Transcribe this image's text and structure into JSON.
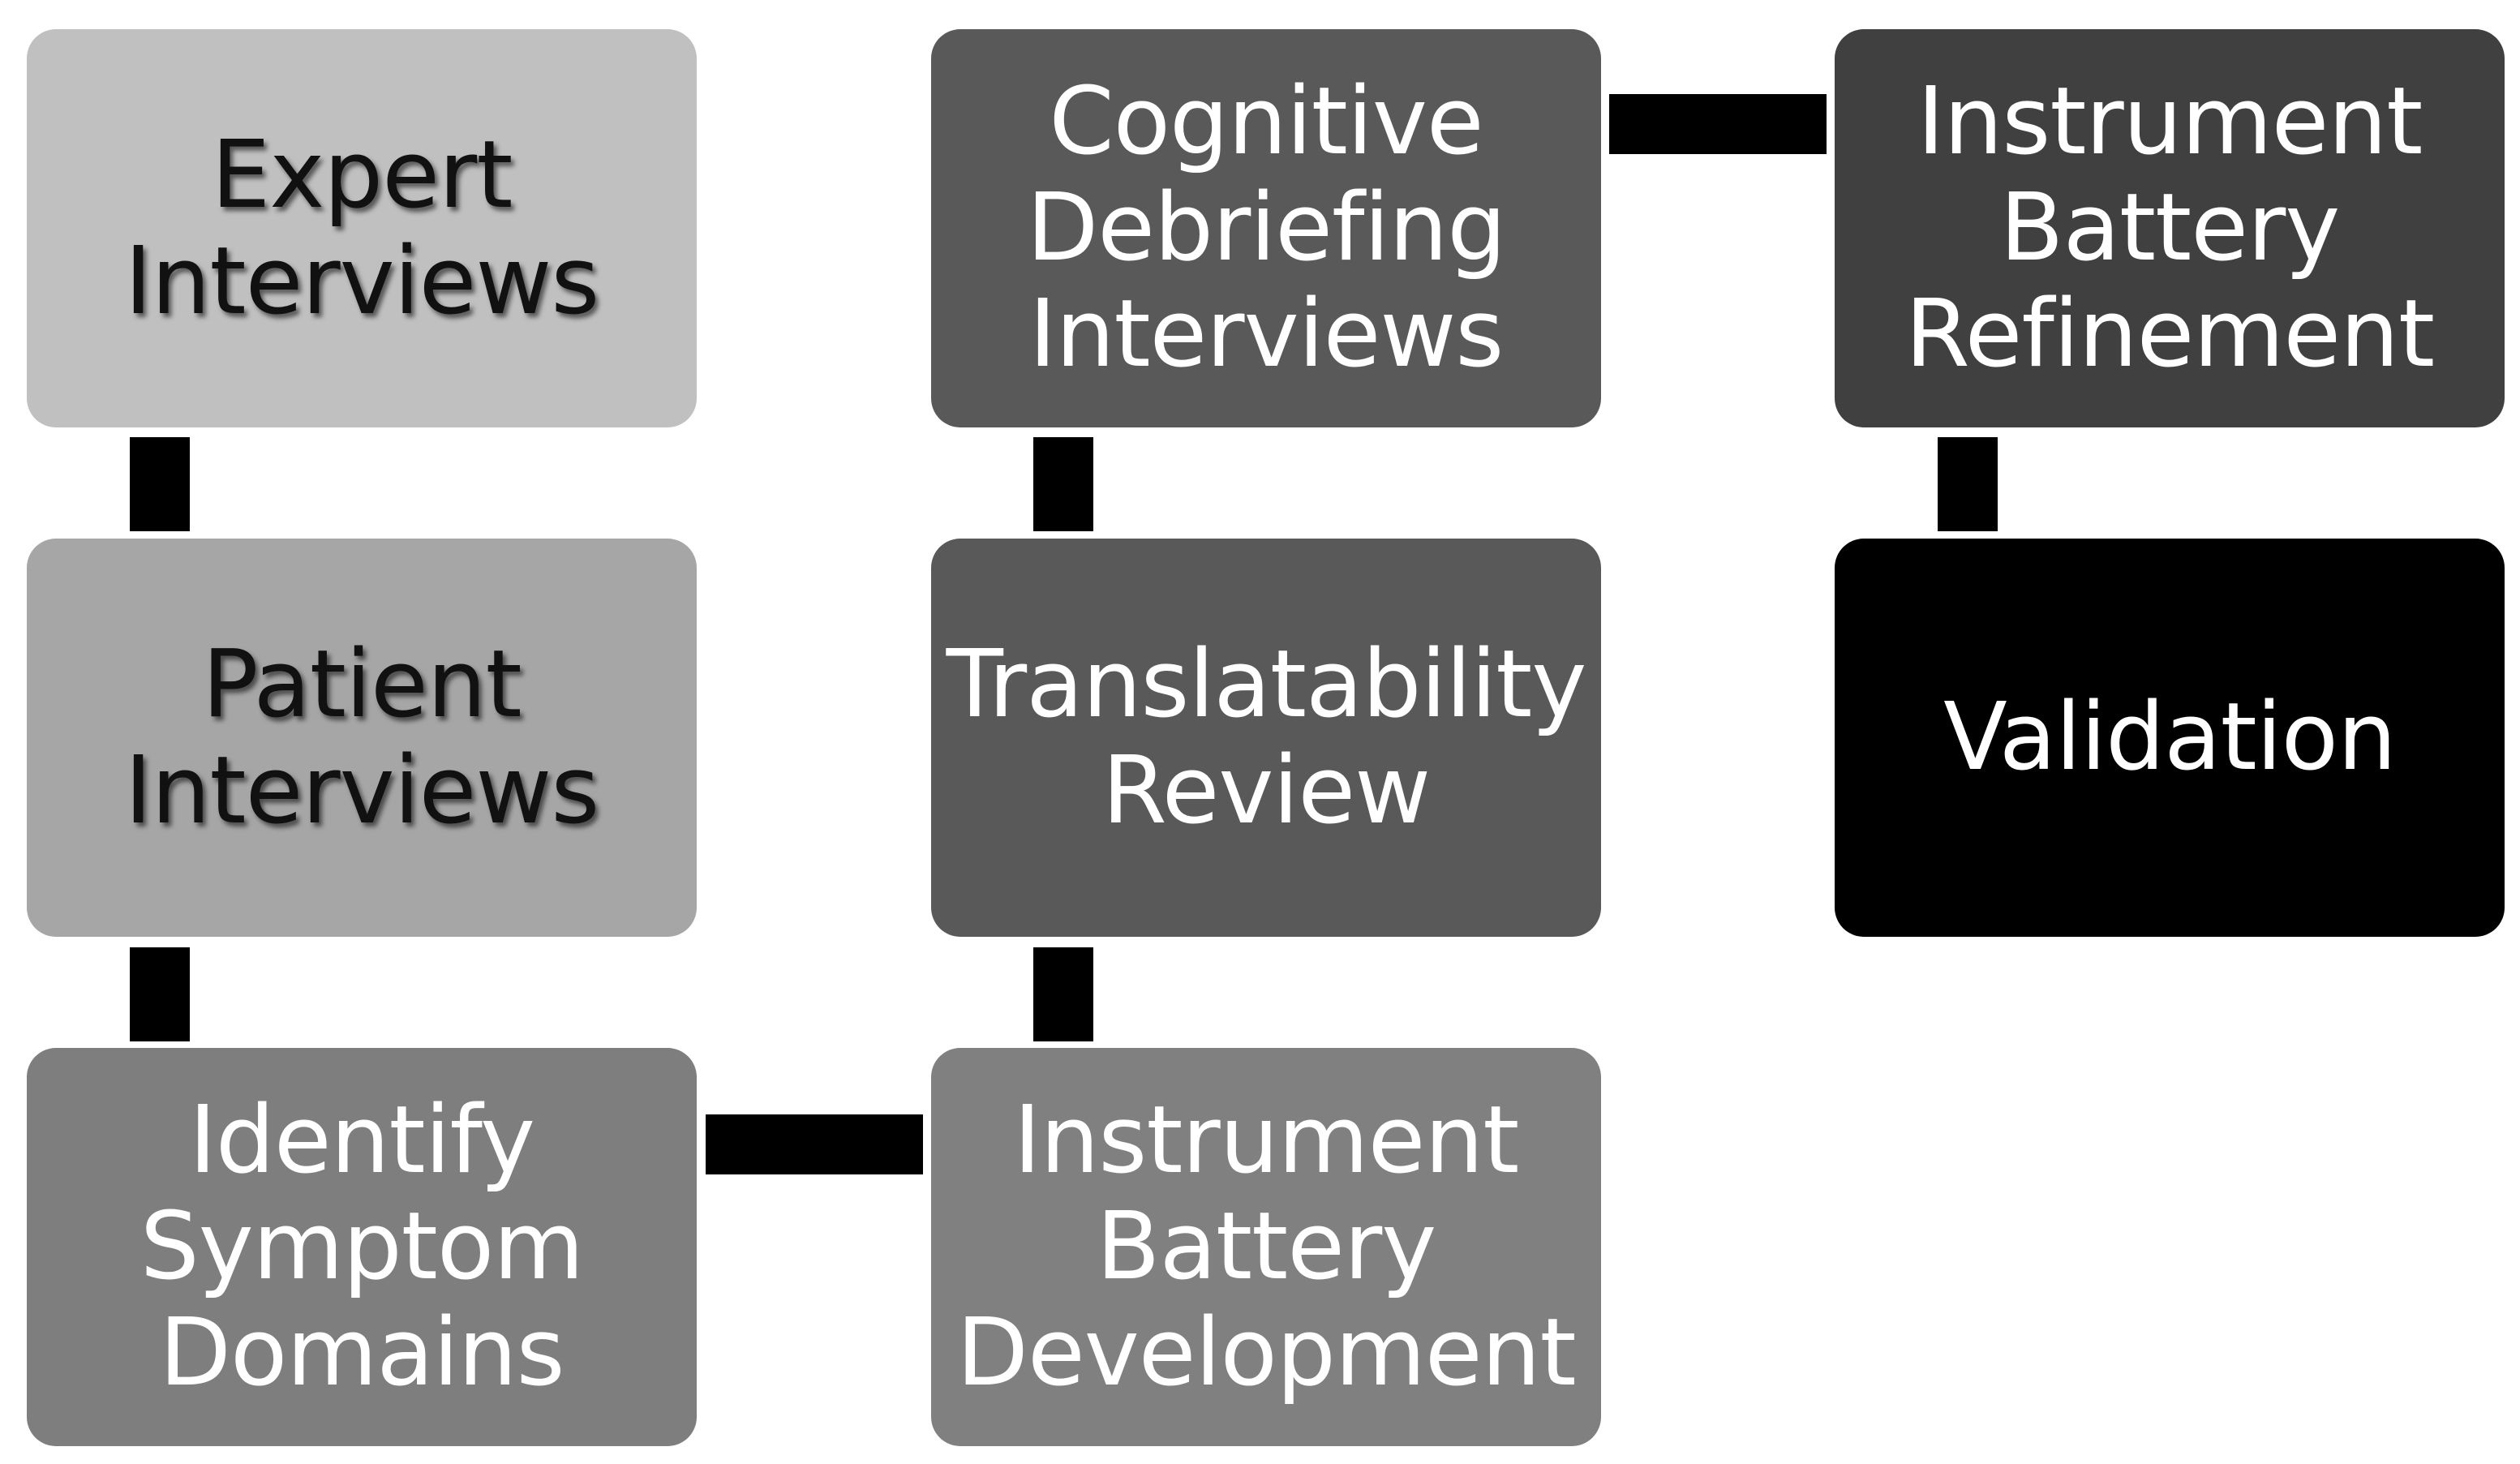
{
  "nodes": [
    {
      "id": "expert-interviews",
      "label": "Expert\nInterviews",
      "fill": "#c0c0c0",
      "text_color": "#111111"
    },
    {
      "id": "patient-interviews",
      "label": "Patient\nInterviews",
      "fill": "#a6a6a6",
      "text_color": "#111111"
    },
    {
      "id": "identify-symptom-domains",
      "label": "Identify\nSymptom\nDomains",
      "fill": "#7e7e7e",
      "text_color": "#ffffff"
    },
    {
      "id": "instrument-battery-development",
      "label": "Instrument\nBattery\nDevelopment",
      "fill": "#808080",
      "text_color": "#ffffff"
    },
    {
      "id": "translatability-review",
      "label": "Translatability\nReview",
      "fill": "#595959",
      "text_color": "#ffffff"
    },
    {
      "id": "cognitive-debriefing-interviews",
      "label": "Cognitive\nDebriefing\nInterviews",
      "fill": "#595959",
      "text_color": "#ffffff"
    },
    {
      "id": "instrument-battery-refinement",
      "label": "Instrument\nBattery\nRefinement",
      "fill": "#404040",
      "text_color": "#ffffff"
    },
    {
      "id": "validation",
      "label": "Validation",
      "fill": "#000000",
      "text_color": "#ffffff"
    }
  ],
  "connector_color": "#000000"
}
